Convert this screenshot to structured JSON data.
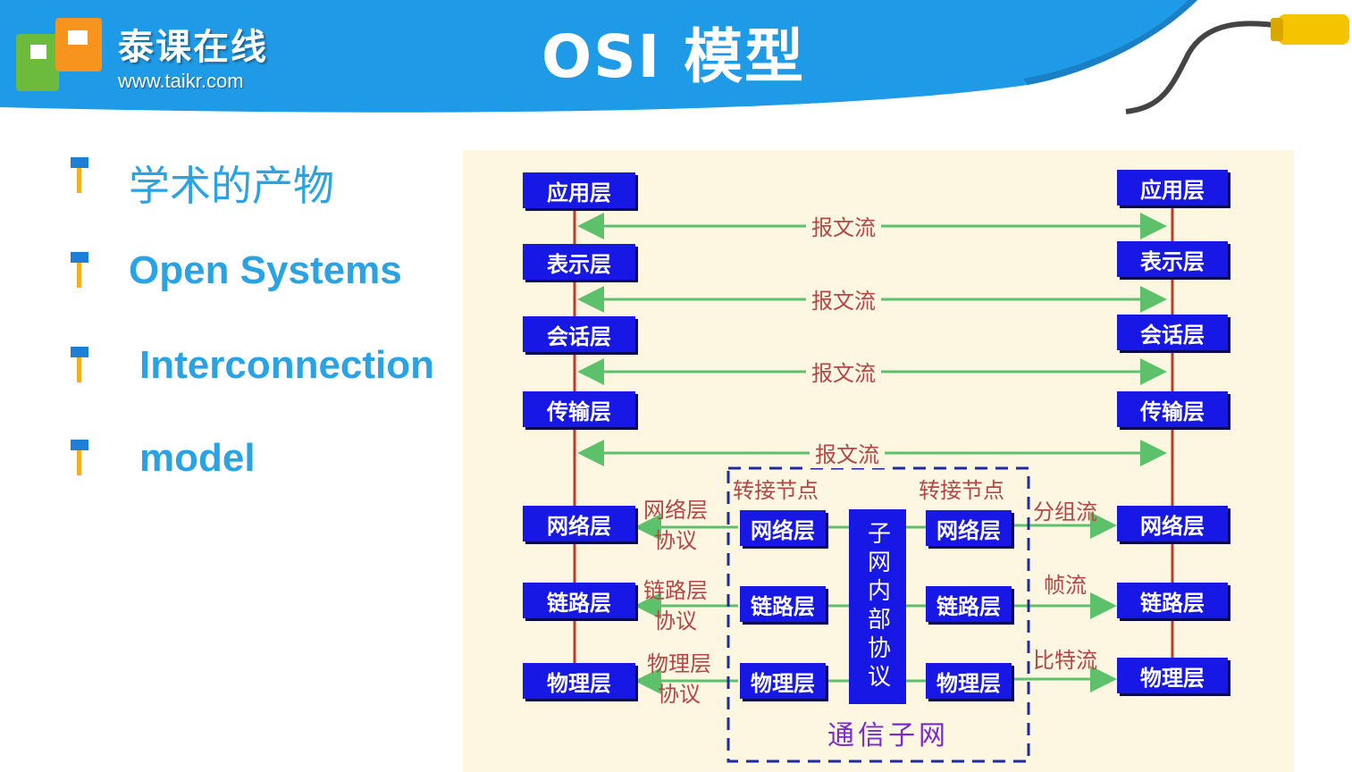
{
  "header": {
    "brand_name": "泰课在线",
    "brand_url": "www.taikr.com",
    "title": "OSI 模型",
    "colors": {
      "banner": "#1f9ae6",
      "accent_orange": "#f7941d",
      "accent_green": "#6cbb3c"
    }
  },
  "bullets": [
    {
      "text": "学术的产物"
    },
    {
      "text": "Open Systems"
    },
    {
      "text": "Interconnection"
    },
    {
      "text": "model"
    }
  ],
  "diagram": {
    "left_stack": [
      "应用层",
      "表示层",
      "会话层",
      "传输层",
      "网络层",
      "链路层",
      "物理层"
    ],
    "right_stack": [
      "应用层",
      "表示层",
      "会话层",
      "传输层",
      "网络层",
      "链路层",
      "物理层"
    ],
    "message_flow": [
      "报文流",
      "报文流",
      "报文流",
      "报文流"
    ],
    "relay_node_left_label": "转接节点",
    "relay_node_right_label": "转接节点",
    "relay_left_layers": [
      "网络层",
      "链路层",
      "物理层"
    ],
    "relay_right_layers": [
      "网络层",
      "链路层",
      "物理层"
    ],
    "protocol_labels": [
      {
        "line1": "网络层",
        "line2": "协议"
      },
      {
        "line1": "链路层",
        "line2": "协议"
      },
      {
        "line1": "物理层",
        "line2": "协议"
      }
    ],
    "right_flow_labels": [
      "分组流",
      "帧流",
      "比特流"
    ],
    "subnet_internal": "子网内部协议",
    "subnet_title": "通信子网",
    "colors": {
      "box": "#1818e6",
      "flow_arrow": "#5cc16a",
      "vertical_line": "#c0392b",
      "label": "#b64646",
      "subnet_title": "#7a2bd0"
    }
  }
}
